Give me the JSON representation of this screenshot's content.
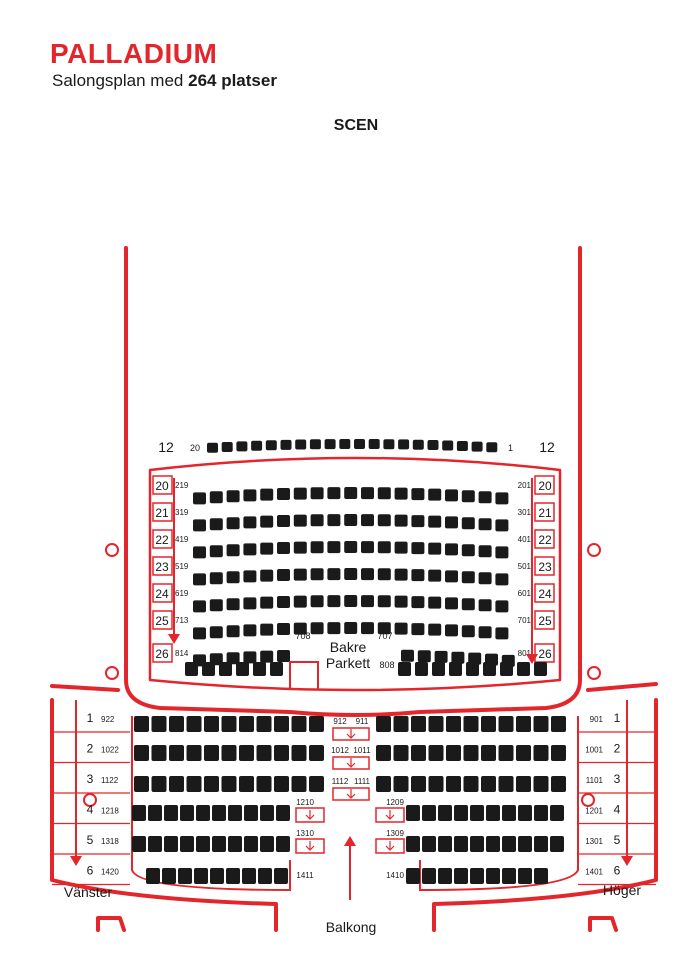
{
  "title": "PALLADIUM",
  "subtitle_prefix": "Salongsplan med",
  "subtitle_bold": "264 platser",
  "colors": {
    "accent": "#e3262b",
    "seat": "#1a1a1a",
    "background": "#ffffff"
  },
  "labels": {
    "stage": "SCEN",
    "back_stalls_1": "Bakre",
    "back_stalls_2": "Parkett",
    "balcony": "Balkong",
    "left": "Vänster",
    "right": "Höger"
  },
  "front_row": {
    "row": "12",
    "left_seat": "20",
    "right_seat": "1"
  },
  "parkett_rows": [
    "20",
    "21",
    "22",
    "23",
    "24",
    "25",
    "26"
  ],
  "parkett_left_seats": [
    "219",
    "319",
    "419",
    "519",
    "619",
    "713",
    "814"
  ],
  "parkett_right_seats": [
    "201",
    "301",
    "401",
    "501",
    "601",
    "701",
    "801"
  ],
  "parkett_middle": {
    "left": "708",
    "right": "707",
    "last": "808"
  },
  "balcony_rows": [
    "1",
    "2",
    "3",
    "4",
    "5",
    "6"
  ],
  "balcony_left_seats": [
    "922",
    "1022",
    "1122",
    "1218",
    "1318",
    "1420"
  ],
  "balcony_right_seats": [
    "901",
    "1001",
    "1101",
    "1201",
    "1301",
    "1401"
  ],
  "balcony_aisle_seats": [
    {
      "l": "912",
      "r": "911"
    },
    {
      "l": "1012",
      "r": "1011"
    },
    {
      "l": "1112",
      "r": "1111"
    }
  ],
  "balcony_small_seats": [
    {
      "l": "1210",
      "r": "1209"
    },
    {
      "l": "1310",
      "r": "1309"
    },
    {
      "l": "1411",
      "r": "1410"
    }
  ]
}
